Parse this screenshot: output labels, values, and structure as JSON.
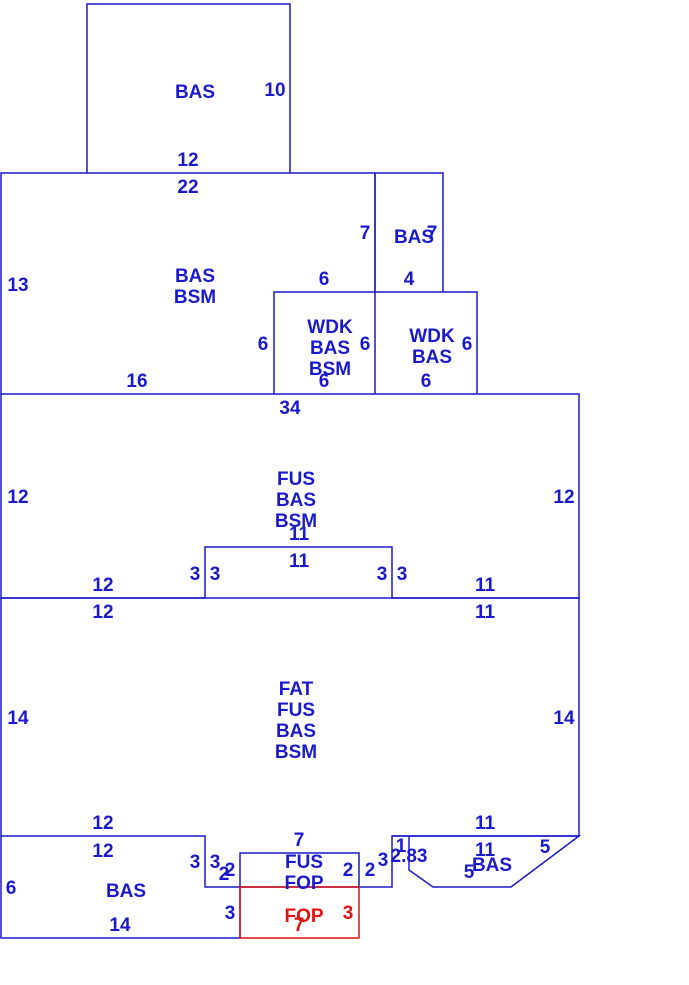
{
  "colors": {
    "primary": "#1a1acc",
    "porch": "#dd1111",
    "background": "#ffffff"
  },
  "areas": {
    "top_bas": {
      "lines": [
        "BAS"
      ]
    },
    "bas_bsm": {
      "lines": [
        "BAS",
        "BSM"
      ]
    },
    "small_bas": {
      "lines": [
        "BAS"
      ]
    },
    "wdk_left": {
      "lines": [
        "WDK",
        "BAS",
        "BSM"
      ]
    },
    "wdk_right": {
      "lines": [
        "WDK",
        "BAS"
      ]
    },
    "fus": {
      "lines": [
        "FUS",
        "BAS",
        "BSM"
      ]
    },
    "fat": {
      "lines": [
        "FAT",
        "FUS",
        "BAS",
        "BSM"
      ]
    },
    "bot_left": {
      "lines": [
        "BAS"
      ]
    },
    "bot_center": {
      "lines": [
        "FUS",
        "FOP"
      ]
    },
    "bot_right": {
      "lines": [
        "BAS"
      ]
    },
    "fop": {
      "lines": [
        "FOP"
      ]
    }
  },
  "dimensions": {
    "top_10": "10",
    "top_12": "12",
    "mid_22": "22",
    "mid_13": "13",
    "mid_7": "7",
    "mid_6": "6",
    "mid_16": "16",
    "small_7": "7",
    "small_4": "4",
    "wdkl_6_left": "6",
    "wdkl_6_right": "6",
    "wdkl_6_bottom": "6",
    "wdkr_6_right": "6",
    "wdkr_6_bottom": "6",
    "fus_34": "34",
    "fus_12_left": "12",
    "fus_12_right": "12",
    "fus_11_top": "11",
    "fus_11_bottom": "11",
    "fus_3_a": "3",
    "fus_3_b": "3",
    "fus_3_c": "3",
    "fus_3_d": "3",
    "fus_12_lower": "12",
    "fus_11_lower": "11",
    "fat_12_top": "12",
    "fat_11_top": "11",
    "fat_14_left": "14",
    "fat_14_right": "14",
    "fat_12_bottom": "12",
    "fat_11_bottom": "11",
    "bl_12": "12",
    "bl_6": "6",
    "bl_14": "14",
    "bl_3_a": "3",
    "bl_3_b": "3",
    "bl_2": "2",
    "bl_3_c": "3",
    "bc_7": "7",
    "bc_2_left": "2",
    "bc_2_right": "2",
    "br_2": "2",
    "br_3": "3",
    "br_1": "1",
    "br_283": "2.83",
    "br_11": "11",
    "br_5_top": "5",
    "br_5_bottom": "5",
    "fop_3_right": "3",
    "fop_7": "7"
  }
}
